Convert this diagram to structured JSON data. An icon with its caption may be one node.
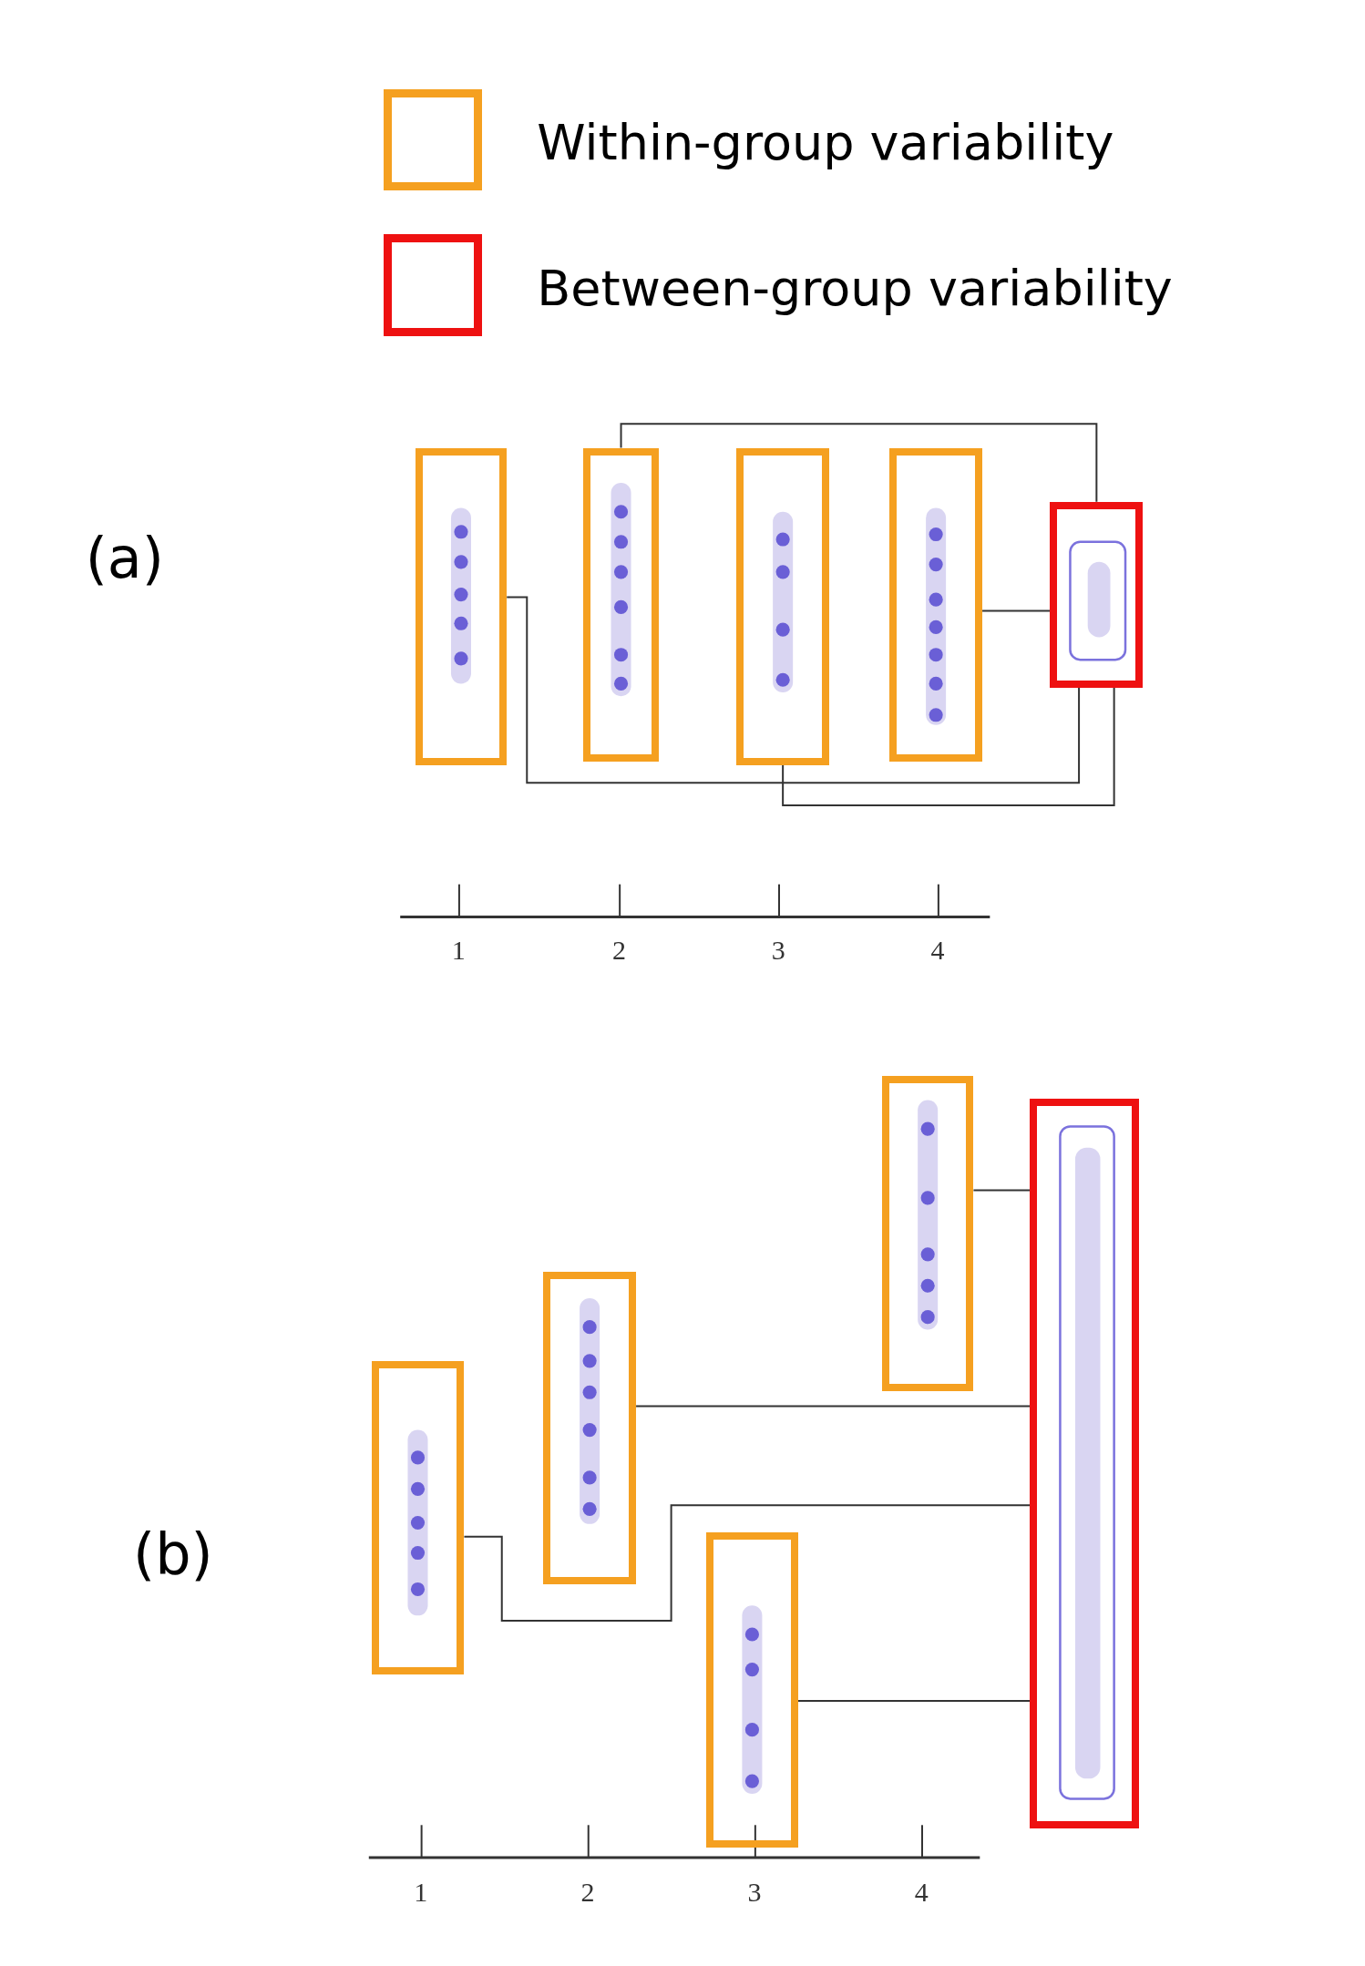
{
  "diagram": {
    "nodes": [
      {
        "text": [],
        "shape": "box"
      },
      {
        "text": [],
        "shape": "box"
      },
      {
        "text": [],
        "shape": "box"
      },
      {
        "text": [],
        "shape": "box"
      },
      {
        "text": [],
        "shape": "box"
      },
      {
        "text": [],
        "shape": "box"
      },
      {
        "text": [],
        "shape": "box"
      },
      {
        "text": [],
        "shape": "box"
      },
      {
        "text": [],
        "shape": "box"
      },
      {
        "text": [],
        "shape": "box"
      }
    ],
    "edges": [
      {
        "from": 0,
        "to": 4,
        "arrow": "none"
      },
      {
        "from": 1,
        "to": 4,
        "arrow": "none"
      },
      {
        "from": 2,
        "to": 4,
        "arrow": "none"
      },
      {
        "from": 3,
        "to": 4,
        "arrow": "none"
      },
      {
        "from": 5,
        "to": 9,
        "arrow": "none"
      },
      {
        "from": 6,
        "to": 9,
        "arrow": "none"
      },
      {
        "from": 7,
        "to": 9,
        "arrow": "none"
      },
      {
        "from": 8,
        "to": 9,
        "arrow": "none"
      }
    ],
    "labels": [
      "(a)",
      "1",
      "2",
      "3",
      "4",
      "(b)",
      "1",
      "2",
      "3",
      "4"
    ],
    "legend": [
      {
        "text": "Within-group variability",
        "color": "#f5a020"
      },
      {
        "text": "Between-group variability",
        "color": "#ee1111"
      }
    ]
  }
}
